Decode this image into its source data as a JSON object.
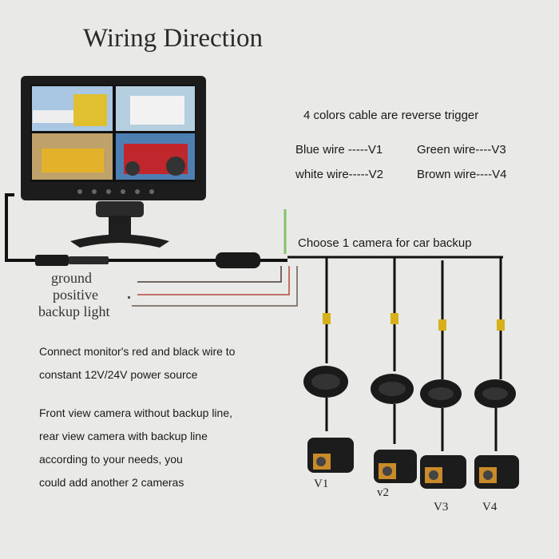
{
  "title": "Wiring Direction",
  "note": "4 colors cable are reverse trigger",
  "wires": [
    {
      "label": "Blue wire -----V1"
    },
    {
      "label": "Green wire----V3"
    },
    {
      "label": "white wire-----V2"
    },
    {
      "label": "Brown wire----V4"
    }
  ],
  "choose": "Choose 1 camera for car backup",
  "leads": {
    "ground": "ground",
    "positive": "positive",
    "backup": "backup light"
  },
  "power_note": [
    "Connect monitor's red and black wire to",
    "constant 12V/24V power source"
  ],
  "camera_note": [
    "Front view camera without backup line,",
    "rear view camera with backup line",
    "according to your needs, you",
    "could add another 2 cameras"
  ],
  "cameras": [
    {
      "label": "V1"
    },
    {
      "label": "v2"
    },
    {
      "label": "V3"
    },
    {
      "label": "V4"
    }
  ],
  "colors": {
    "background": "#e9e9e7",
    "monitor": "#1c1c1c",
    "cable": "#111111",
    "connector": "#d7b11a",
    "green_mark": "#7fc26a"
  }
}
